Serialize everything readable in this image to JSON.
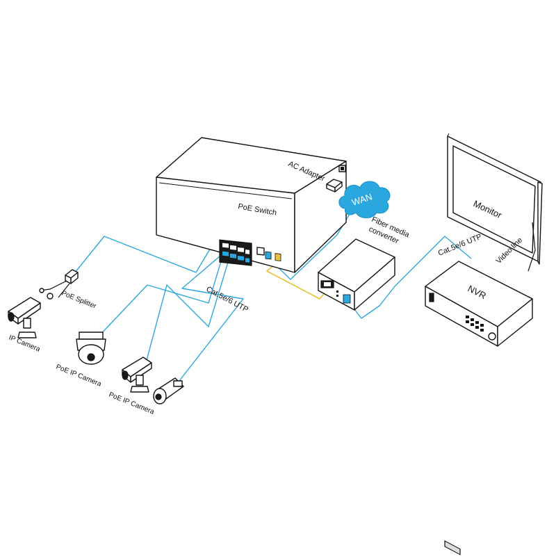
{
  "labels": {
    "poe_switch": "PoE Switch",
    "ac_adapter": "AC Adapter",
    "wan": "WAN",
    "fiber_line1": "Fiber media",
    "fiber_line2": "converter",
    "monitor": "Monitor",
    "nvr": "NVR",
    "video_line": "Video line",
    "cat_utp_right": "Cat.5e/6 UTP",
    "cat_utp_left": "Cat.5e/6 UTP",
    "poe_splitter": "PoE Splitter",
    "ip_camera": "IP Camera",
    "poe_ip_camera_dome": "PoE IP Camera",
    "poe_ip_camera_bullet": "PoE IP Camera"
  },
  "colors": {
    "cable_ethernet": "#2aa7df",
    "cable_fiber": "#e8c23a",
    "cable_power": "#c9302c",
    "wan_cloud": "#2aa7df"
  }
}
